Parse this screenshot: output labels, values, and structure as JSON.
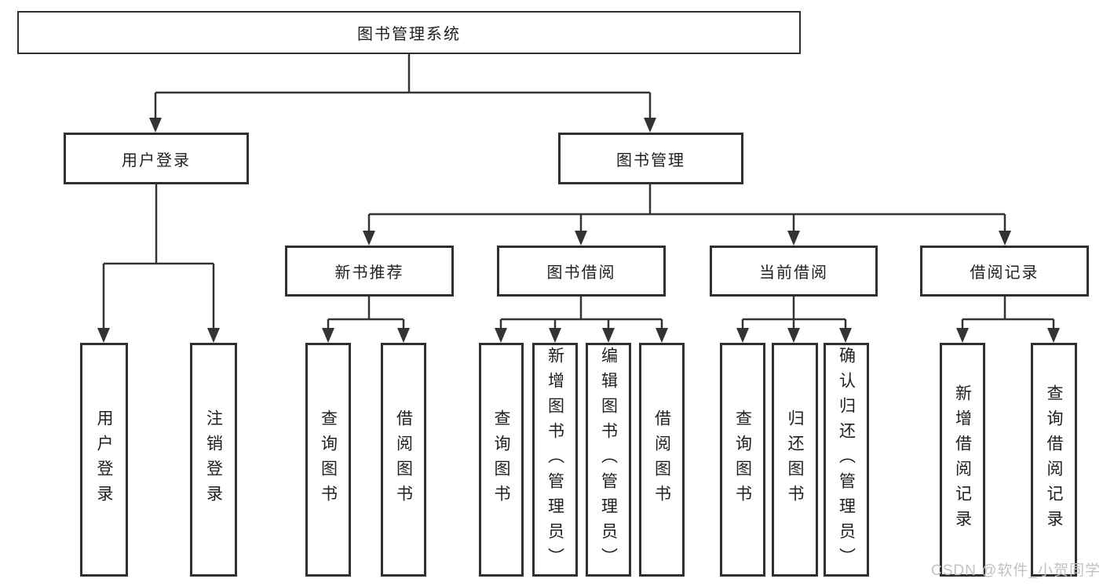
{
  "diagram": {
    "root": {
      "label": "图书管理系统"
    },
    "level2": [
      {
        "label": "用户登录"
      },
      {
        "label": "图书管理"
      }
    ],
    "level3": [
      {
        "label": "新书推荐"
      },
      {
        "label": "图书借阅"
      },
      {
        "label": "当前借阅"
      },
      {
        "label": "借阅记录"
      }
    ],
    "leaves": {
      "user_login": {
        "label": "用户登录"
      },
      "logout": {
        "label": "注销登录"
      },
      "newbook_query": {
        "label": "查询图书"
      },
      "newbook_borrow": {
        "label": "借阅图书"
      },
      "borrow_query": {
        "label": "查询图书"
      },
      "borrow_add": {
        "label": "新增图书（管理员）"
      },
      "borrow_edit": {
        "label": "编辑图书（管理员）"
      },
      "borrow_borrow": {
        "label": "借阅图书"
      },
      "current_query": {
        "label": "查询图书"
      },
      "current_return": {
        "label": "归还图书"
      },
      "current_confirm": {
        "label": "确认归还（管理员）"
      },
      "record_add": {
        "label": "新增借阅记录"
      },
      "record_query": {
        "label": "查询借阅记录"
      }
    }
  },
  "watermark": {
    "text": "CSDN @软件_小贺同学"
  },
  "colors": {
    "line": "#333333",
    "border": "#2f2f2f",
    "text": "#1f1f1f",
    "background": "#ffffff",
    "watermark": "#bfc3c8"
  }
}
